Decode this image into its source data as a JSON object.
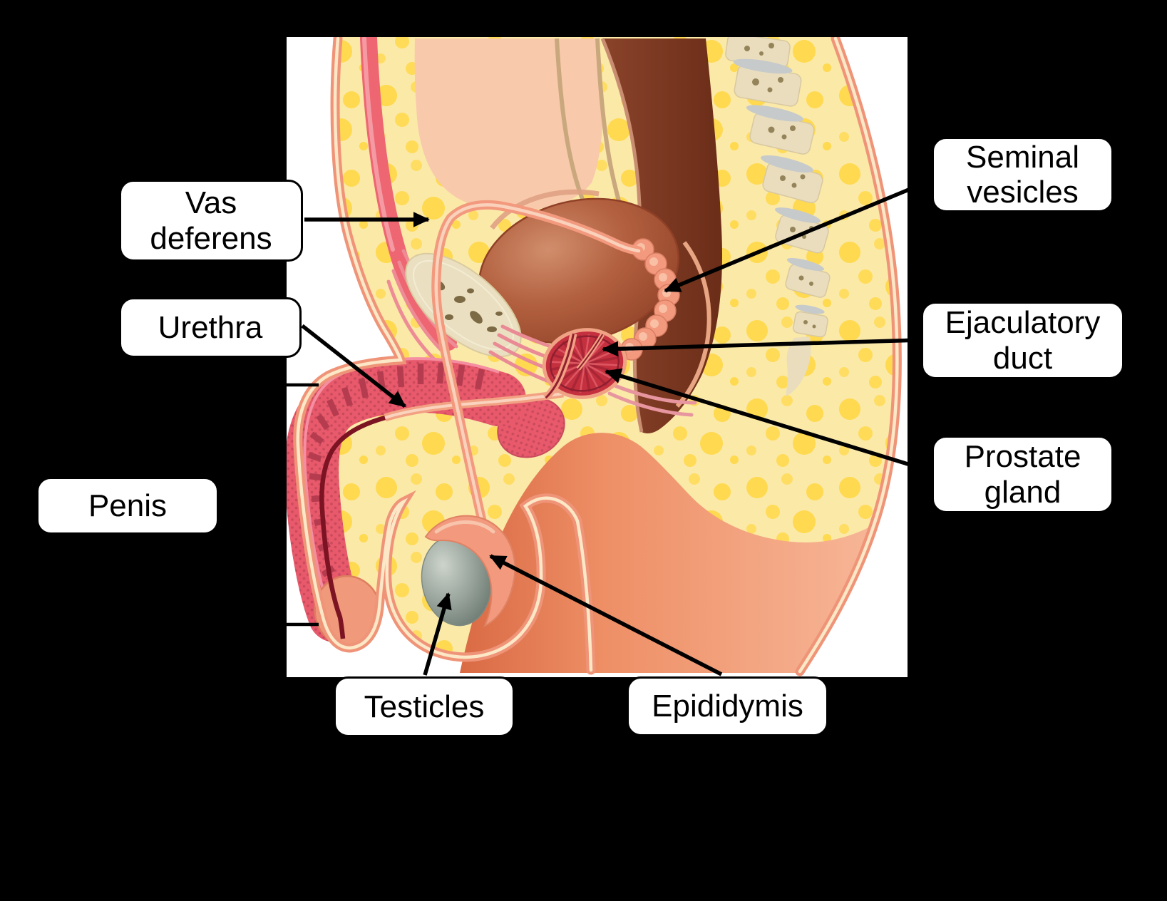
{
  "diagram": {
    "labels": {
      "vas_deferens": "Vas deferens",
      "urethra": "Urethra",
      "penis": "Penis",
      "testicles": "Testicles",
      "epididymis": "Epididymis",
      "seminal_vesicles": "Seminal vesicles",
      "ejaculatory_duct": "Ejaculatory duct",
      "prostate_gland": "Prostate gland"
    },
    "colors": {
      "background": "#000000",
      "illustration_bg": "#ffffff",
      "label_bg": "#ffffff",
      "label_text": "#000000",
      "label_border": "#000000",
      "arrow": "#000000",
      "skin": "#ef9478",
      "fat_base": "#fbe9a8",
      "fat_bubble": "#ffd94f",
      "cavity": "#f8c9ab",
      "bladder": "#b2603f",
      "rectum": "#76341e",
      "bone": "#e9ddbd",
      "prostate": "#c5303f",
      "testicle": "#96a29a",
      "duct_tube": "#f2997e",
      "corpus": "#e7596b",
      "urethra_line": "#7c1322"
    }
  }
}
